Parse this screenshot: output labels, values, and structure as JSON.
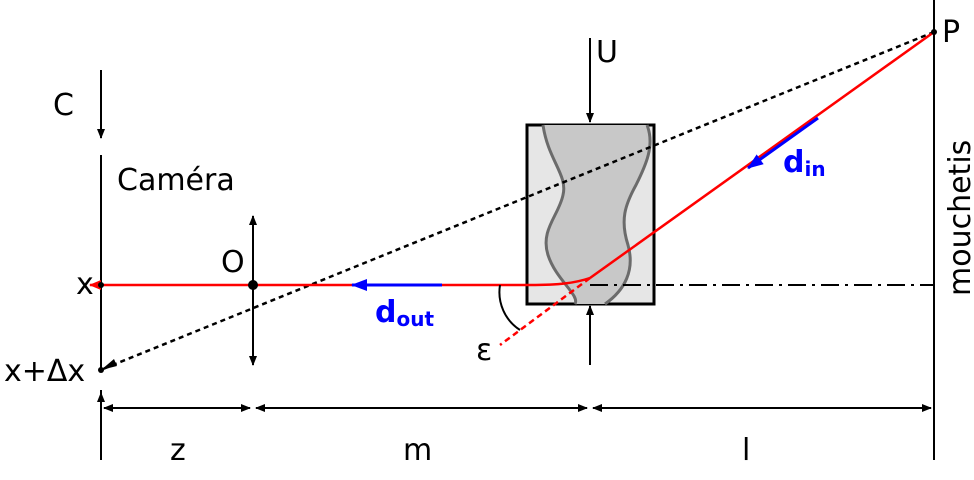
{
  "labels": {
    "C": "C",
    "U": "U",
    "P": "P",
    "camera": "Caméra",
    "O": "O",
    "x": "x",
    "x_dx": "x+Δx",
    "epsilon": "ε",
    "d_out_main": "d",
    "d_out_sub": "out",
    "d_in_main": "d",
    "d_in_sub": "in",
    "mouchetis": "mouchetis",
    "z": "z",
    "m": "m",
    "l": "l"
  },
  "colors": {
    "ray": "#ff0000",
    "direction": "#0000ff",
    "line": "#000000",
    "sample_outer": "#e6e6e6",
    "sample_inner": "#c8c8c8",
    "sample_border": "#6b6b6b"
  }
}
